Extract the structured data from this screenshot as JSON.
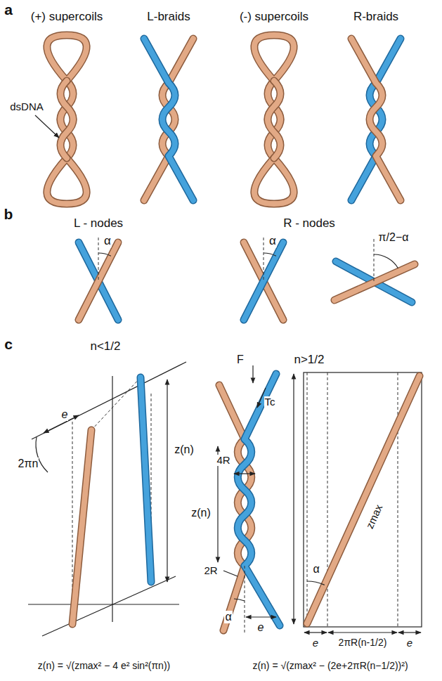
{
  "diagram": {
    "labels": [
      "a",
      "(+) supercoils",
      "L-braids",
      "(-) supercoils",
      "R-braids",
      "dsDNA",
      "b",
      "L - nodes",
      "R - nodes",
      "α",
      "α",
      "π/2−α",
      "c",
      "n<1/2",
      "F",
      "n>1/2",
      "Tc",
      "e",
      "2πn",
      "z(n)",
      "4R",
      "z(n)",
      "2R",
      "α",
      "e",
      "α",
      "zmax",
      "e",
      "2πR(n-1/2)",
      "e",
      "z(n) = √(zmax² − 4 e² sin²(πn))",
      "z(n) = √(zmax² − (2e+2πR(n−1/2))²)"
    ]
  }
}
